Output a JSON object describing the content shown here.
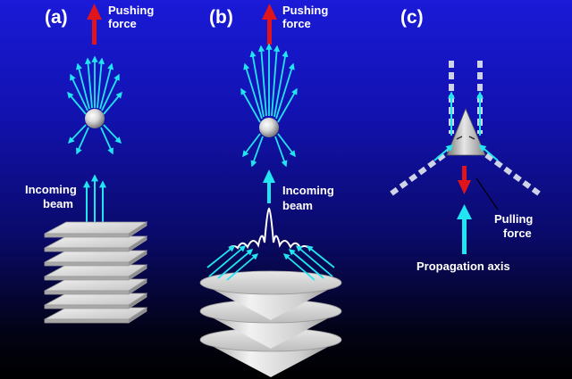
{
  "panels": {
    "a": {
      "label": "(a)",
      "force_label_line1": "Pushing",
      "force_label_line2": "force",
      "beam_label_line1": "Incoming",
      "beam_label_line2": "beam"
    },
    "b": {
      "label": "(b)",
      "force_label_line1": "Pushing",
      "force_label_line2": "force",
      "beam_label_line1": "Incoming",
      "beam_label_line2": "beam"
    },
    "c": {
      "label": "(c)",
      "force_label_line1": "Pulling",
      "force_label_line2": "force",
      "axis_label": "Propagation axis"
    }
  },
  "colors": {
    "background_top": "#1a1ad8",
    "background_bottom": "#000000",
    "beam_arrow": "#22e5f2",
    "force_arrow": "#e0151b",
    "text": "#ffffff",
    "plate": "#d8d8d8"
  }
}
